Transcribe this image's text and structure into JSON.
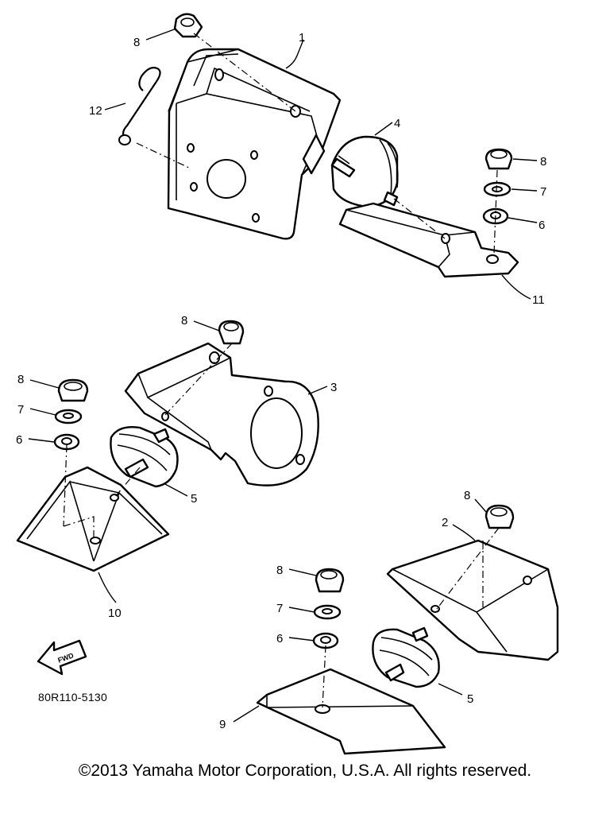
{
  "labels": {
    "part_1": "1",
    "part_2": "2",
    "part_3": "3",
    "part_4": "4",
    "part_5": "5",
    "part_6": "6",
    "part_7": "7",
    "part_8": "8",
    "part_9": "9",
    "part_10": "10",
    "part_11": "11",
    "part_12": "12"
  },
  "diagram_code": "80R110-5130",
  "fwd_arrow_text": "FWD",
  "copyright": "©2013 Yamaha Motor Corporation, U.S.A. All rights reserved."
}
